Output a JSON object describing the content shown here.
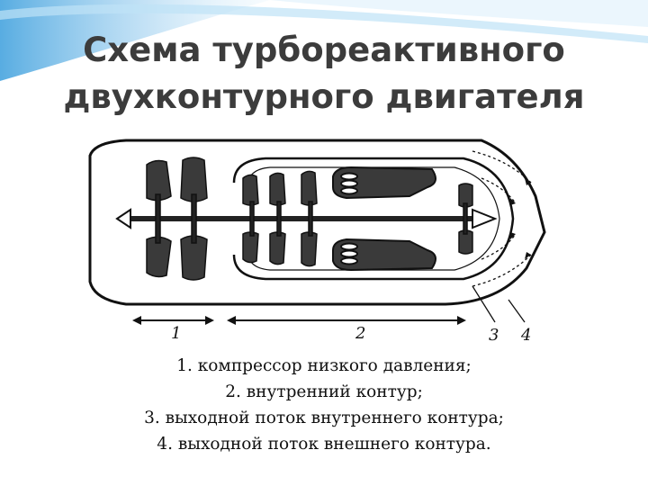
{
  "title": {
    "line1": "Схема турбореактивного",
    "line2": "двухконтурного двигателя"
  },
  "diagram": {
    "labels": [
      "1",
      "2",
      "3",
      "4"
    ]
  },
  "caption": {
    "items": [
      "1. компрессор низкого давления;",
      "2. внутренний контур;",
      "3. выходной поток внутреннего контура;",
      "4. выходной поток внешнего контура."
    ]
  },
  "colors": {
    "title": "#3c3c3c",
    "accent": "#4fa8e0",
    "blade": "#3a3a3a"
  }
}
